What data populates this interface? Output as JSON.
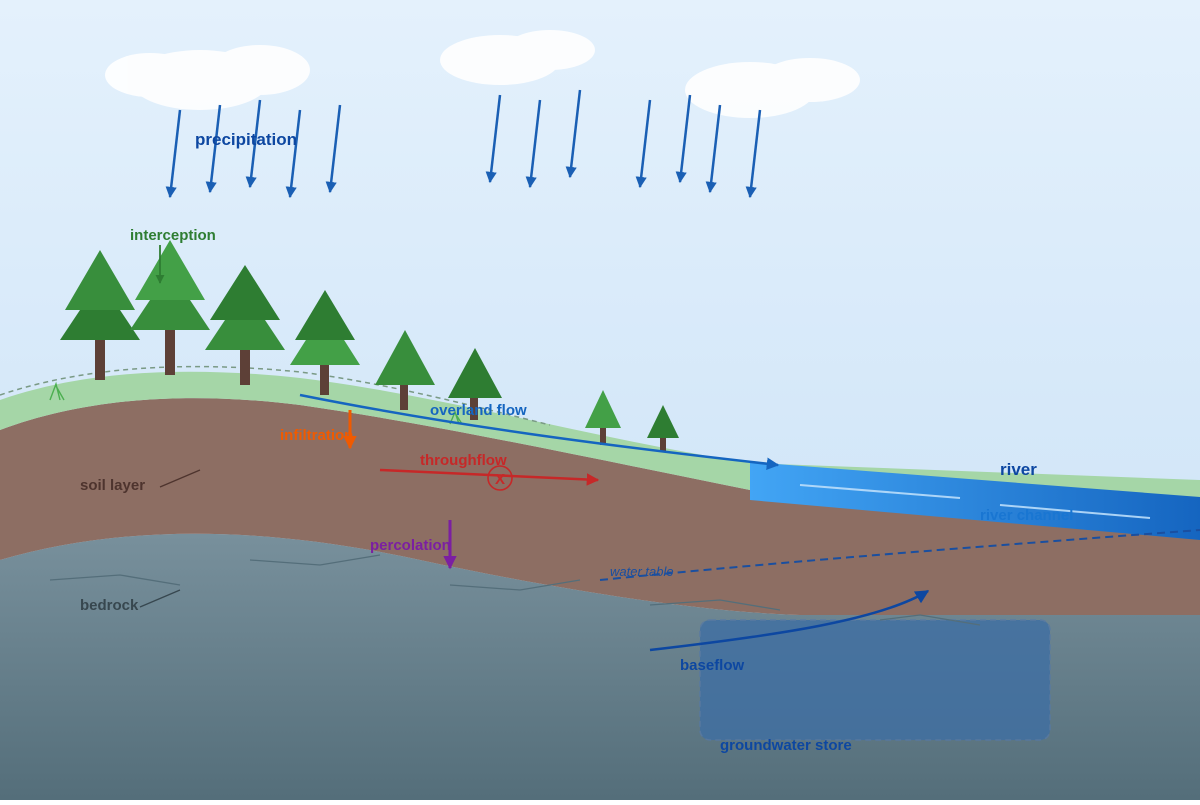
{
  "labels": {
    "precipitation": "precipitation",
    "interception": "interception",
    "overland_flow": "overland flow",
    "infiltration": "infiltration",
    "throughflow": "throughflow",
    "soil_layer": "soil layer",
    "percolation": "percolation",
    "water_table": "water table",
    "bedrock": "bedrock",
    "baseflow": "baseflow",
    "groundwater_store": "groundwater store",
    "river": "river",
    "river_channel": "river channel"
  },
  "colors": {
    "sky_top": "#e4f1fc",
    "sky_bottom": "#c8e0f6",
    "cloud": "#ffffff",
    "rain": "#1a5fb4",
    "grass": "#a5d6a7",
    "soil": "#8d6e63",
    "bedrock_top": "#78909c",
    "bedrock_bottom": "#546e7a",
    "tree_dark": "#2e7d32",
    "tree_light": "#43a047",
    "trunk": "#5d4037",
    "river": "#2e8ee8",
    "groundwater": "#3f6fa3",
    "precipitation_text": "#0d47a1",
    "interception_text": "#2e7d32",
    "overland_flow": "#1565c0",
    "infiltration": "#f05a00",
    "throughflow": "#c62828",
    "percolation": "#7b1fa2",
    "baseflow": "#0d47a1",
    "soil_text": "#4e342e",
    "bedrock_text": "#37474f"
  },
  "icons": {
    "blocked_flow": "circled-x-icon",
    "grass": "grass-tuft-icon"
  },
  "blocked_marker": "X"
}
